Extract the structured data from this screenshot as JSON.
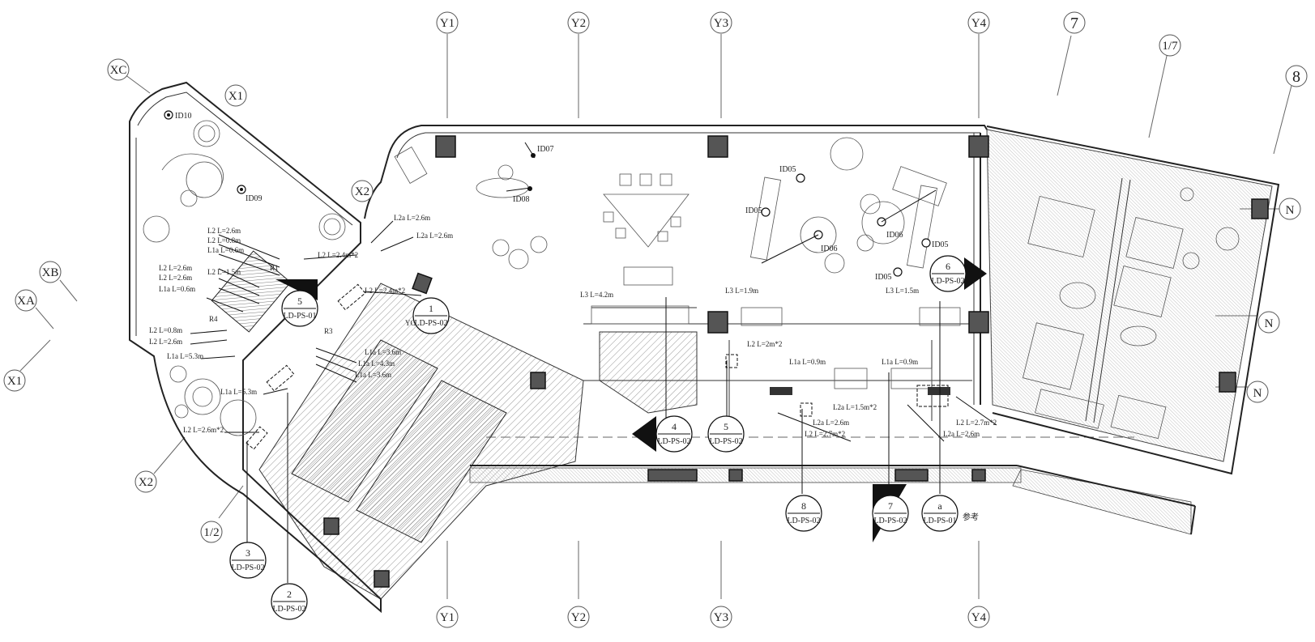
{
  "grid_labels": {
    "y1_top": "Y1",
    "y2_top": "Y2",
    "y3_top": "Y3",
    "y4_top": "Y4",
    "y1_bottom": "Y1",
    "y2_bottom": "Y2",
    "y3_bottom": "Y3",
    "y4_bottom": "Y4",
    "g7": "7",
    "g1_7": "1/7",
    "g8": "8",
    "xc": "XC",
    "x1_top": "X1",
    "xb": "XB",
    "xa": "XA",
    "x1_left": "X1",
    "x2_mid": "X2",
    "x2_bottom": "X2",
    "g1_2": "1/2",
    "n1": "N",
    "n2": "N",
    "n3": "N"
  },
  "fixtures": {
    "id10": "ID10",
    "id09": "ID09",
    "id07": "ID07",
    "id08": "ID08",
    "id05_a": "ID05",
    "id05_b": "ID05",
    "id06_a": "ID06",
    "id06_b": "ID06",
    "id05_c": "ID05",
    "id05_d": "ID05"
  },
  "dimension_labels": {
    "l2_2_6m_a": "L2 L=2.6m",
    "l2_0_8m_a": "L2 L=0.8m",
    "l1a_0_6m_a": "L1a L=0.6m",
    "l2_2_4m2_a": "L2 L=2.4m*2",
    "l2_2_6m_b": "L2 L=2.6m",
    "l2_2_6m_c": "L2 L=2.6m",
    "l2_1_5m": "L2 L=1.5m",
    "l1a_0_6m_b": "L1a L=0.6m",
    "l2_0_8m_b": "L2 L=0.8m",
    "l2_2_6m_d": "L2 L=2.6m",
    "l1a_5_3m_a": "L1a L=5.3m",
    "l1a_5_3m_b": "L1a L=5.3m",
    "l2_2_6m2": "L2 L=2.6m*2",
    "l2a_2_6m_a": "L2a L=2.6m",
    "l2a_2_6m_b": "L2a L=2.6m",
    "l2_2_4m2_b": "L2 L=2.4m*2",
    "l1a_3_6m_a": "L1a L=3.6m",
    "l1a_4_3m": "L1a L=4.3m",
    "l1a_3_6m_b": "L1a L=3.6m",
    "l3_4_2m": "L3 L=4.2m",
    "l3_1_9m": "L3 L=1.9m",
    "l3_1_5m": "L3 L=1.5m",
    "l2_2m2": "L2 L=2m*2",
    "l1a_0_9m_a": "L1a L=0.9m",
    "l1a_0_9m_b": "L1a L=0.9m",
    "l2a_1_5m2": "L2a L=1.5m*2",
    "l2a_2_6m_c": "L2a L=2.6m",
    "l2_2_7m2_a": "L2 L=2.7m*2",
    "l2_2_7m2_b": "L2 L=2.7m*2",
    "l2a_2_6m_d": "L2a L=2.6m",
    "r1": "R1",
    "r4": "R4",
    "r3": "R3",
    "yc": "YC"
  },
  "section_markers": [
    {
      "num": "5",
      "ref": "LD-PS-01"
    },
    {
      "num": "1",
      "ref": "LD-PS-02"
    },
    {
      "num": "6",
      "ref": "LD-PS-02"
    },
    {
      "num": "4",
      "ref": "LD-PS-02"
    },
    {
      "num": "5",
      "ref": "LD-PS-02"
    },
    {
      "num": "8",
      "ref": "LD-PS-02"
    },
    {
      "num": "7",
      "ref": "LD-PS-02"
    },
    {
      "num": "a",
      "ref": "LD-PS-01"
    },
    {
      "num": "3",
      "ref": "LD-PS-02"
    },
    {
      "num": "2",
      "ref": "LD-PS-02"
    }
  ],
  "note_reference": "参考"
}
